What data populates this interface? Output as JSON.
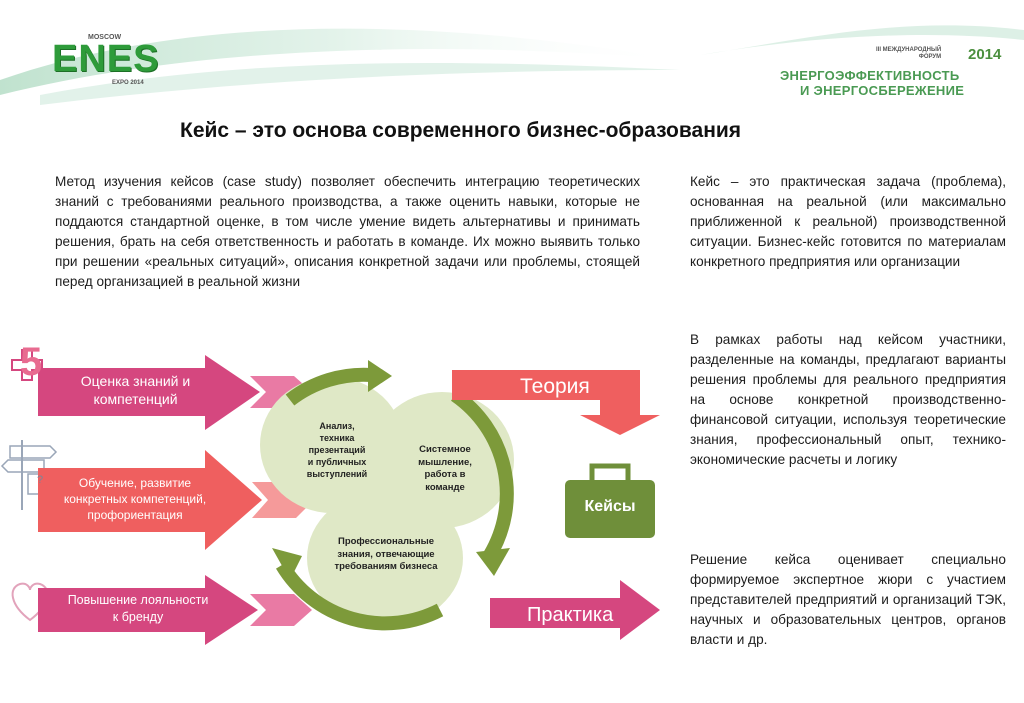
{
  "header": {
    "logo_text": "ENES",
    "logo_top_small": "MOSCOW",
    "logo_bottom_small": "EXPO 2014",
    "forum_small_line1": "III МЕЖДУНАРОДНЫЙ",
    "forum_small_line2": "ФОРУМ",
    "forum_year": "2014",
    "forum_title_line1": "ЭНЕРГОЭФФЕКТИВНОСТЬ",
    "forum_title_line2": "И ЭНЕРГОСБЕРЕЖЕНИЕ"
  },
  "title": "Кейс – это основа современного бизнес-образования",
  "intro": "Метод изучения кейсов (case study) позволяет обеспечить интеграцию теоретических знаний с требованиями реального производства, а также оценить навыки, которые не поддаются стандартной оценке, в том числе умение видеть альтернативы и принимать решения, брать на себя ответственность и работать в команде. Их можно выявить только при решении «реальных ситуаций», описания конкретной задачи или проблемы, стоящей перед организацией в реальной жизни",
  "right_column": {
    "p1": "Кейс – это практическая задача (проблема), основанная на реальной (или максимально приближенной к реальной) производственной ситуации. Бизнес-кейс готовится по материалам конкретного предприятия или организации",
    "p2": "В рамках работы над кейсом участники, разделенные на команды, предлагают варианты решения проблемы для реального предприятия на основе конкретной производственно-финансовой ситуации, используя теоретические знания, профессиональный опыт, технико-экономические расчеты и логику",
    "p3": "Решение кейса оценивает специально формируемое экспертное жюри с участием представителей предприятий и организаций ТЭК, научных и образовательных центров, органов власти и др."
  },
  "diagram": {
    "arrow1_line1": "Оценка знаний и",
    "arrow1_line2": "компетенций",
    "arrow2_line1": "Обучение, развитие",
    "arrow2_line2": "конкретных компетенций,",
    "arrow2_line3": "профориентация",
    "arrow3_line1": "Повышение лояльности",
    "arrow3_line2": "к бренду",
    "icon_five": "5",
    "icon_question": "?",
    "petal1_l1": "Анализ,",
    "petal1_l2": "техника",
    "petal1_l3": "презентаций",
    "petal1_l4": "и публичных",
    "petal1_l5": "выступлений",
    "petal2_l1": "Системное",
    "petal2_l2": "мышление,",
    "petal2_l3": "работа в",
    "petal2_l4": "команде",
    "petal3_l1": "Профессиональные",
    "petal3_l2": "знания, отвечающие",
    "petal3_l3": "требованиям бизнеса",
    "theory_label": "Теория",
    "practice_label": "Практика",
    "cases_label": "Кейсы"
  },
  "colors": {
    "pink": "#d5477f",
    "salmon": "#ef5f5f",
    "olive": "#7d9a3a",
    "petal": "#dfe8c6",
    "briefcase": "#6f8f3a"
  }
}
